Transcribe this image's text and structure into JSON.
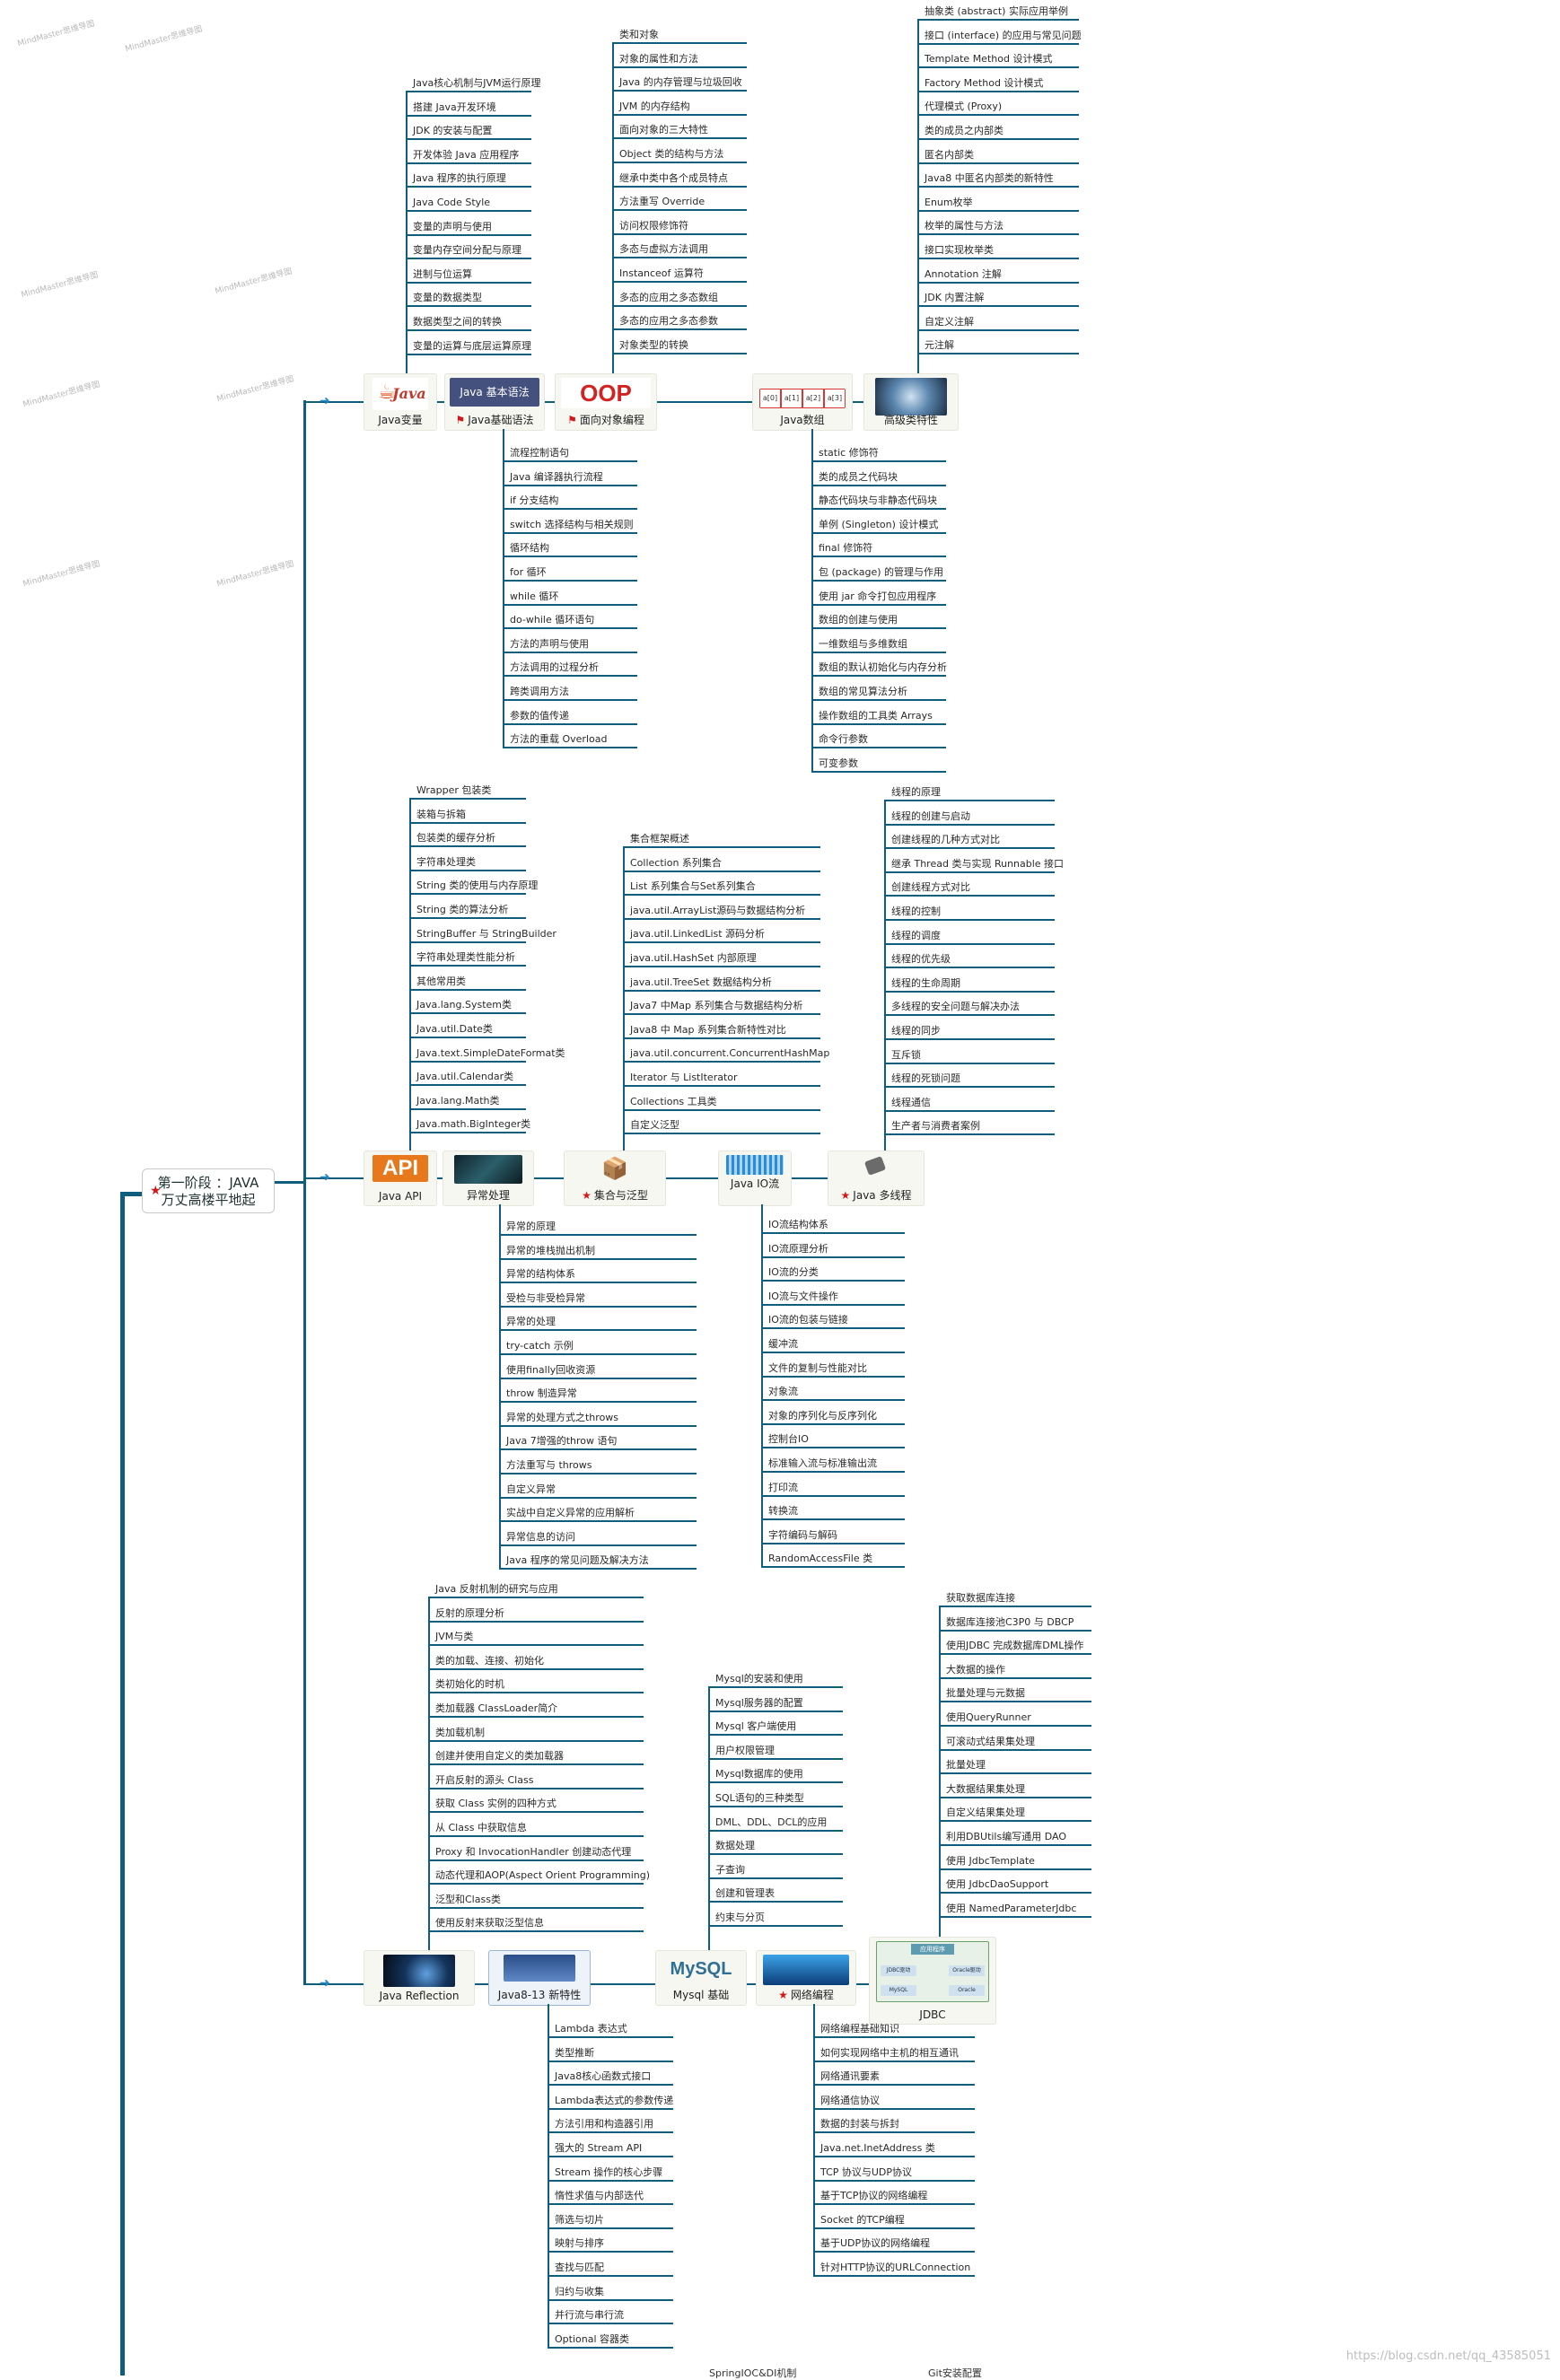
{
  "root": {
    "label": "第一阶段 ：JAVA\n万丈高楼平地起"
  },
  "row1": {
    "java_var": {
      "label": "Java变量",
      "items": [
        "Java核心机制与JVM运行原理",
        "搭建 Java开发环境",
        "JDK 的安装与配置",
        "开发体验 Java 应用程序",
        "Java 程序的执行原理",
        "Java Code Style",
        "变量的声明与使用",
        "变量内存空间分配与原理",
        "进制与位运算",
        "变量的数据类型",
        "数据类型之间的转换",
        "变量的运算与底层运算原理"
      ]
    },
    "java_basic": {
      "label": "Java基础语法",
      "thumb_text": "Java 基本语法",
      "items": [
        "流程控制语句",
        "Java 编译器执行流程",
        "if 分支结构",
        "switch 选择结构与相关规则",
        "循环结构",
        "for 循环",
        "while 循环",
        "do-while 循环语句",
        "方法的声明与使用",
        "方法调用的过程分析",
        "跨类调用方法",
        "参数的值传递",
        "方法的重载 Overload"
      ]
    },
    "oop": {
      "label": "面向对象编程",
      "thumb_text": "OOP",
      "items": [
        "类和对象",
        "对象的属性和方法",
        "Java 的内存管理与垃圾回收",
        "JVM 的内存结构",
        "面向对象的三大特性",
        "Object 类的结构与方法",
        "继承中类中各个成员特点",
        "方法重写 Override",
        "访问权限修饰符",
        "多态与虚拟方法调用",
        "Instanceof 运算符",
        "多态的应用之多态数组",
        "多态的应用之多态参数",
        "对象类型的转换"
      ]
    },
    "java_array": {
      "label": "Java数组",
      "cells": [
        "a[0]",
        "a[1]",
        "a[2]",
        "a[3]"
      ],
      "items": [
        "static 修饰符",
        "类的成员之代码块",
        "静态代码块与非静态代码块",
        "单例 (Singleton) 设计模式",
        "final 修饰符",
        "包 (package) 的管理与作用",
        "使用 jar 命令打包应用程序",
        "数组的创建与使用",
        "一维数组与多维数组",
        "数组的默认初始化与内存分析",
        "数组的常见算法分析",
        "操作数组的工具类 Arrays",
        "命令行参数",
        "可变参数"
      ]
    },
    "advanced": {
      "label": "高级类特性",
      "items": [
        "抽象类 (abstract) 实际应用举例",
        "接口 (interface) 的应用与常见问题",
        "Template Method 设计模式",
        "Factory Method 设计模式",
        "代理模式 (Proxy)",
        "类的成员之内部类",
        "匿名内部类",
        "Java8 中匿名内部类的新特性",
        "Enum枚举",
        "枚举的属性与方法",
        "接口实现枚举类",
        "Annotation 注解",
        "JDK 内置注解",
        "自定义注解",
        "元注解"
      ]
    }
  },
  "row2": {
    "api": {
      "label": "Java API",
      "thumb_text": "API",
      "items": [
        "Wrapper 包装类",
        "装箱与拆箱",
        "包装类的缓存分析",
        "字符串处理类",
        "String 类的使用与内存原理",
        "String 类的算法分析",
        "StringBuffer 与 StringBuilder",
        "字符串处理类性能分析",
        "其他常用类",
        "Java.lang.System类",
        "Java.util.Date类",
        "Java.text.SimpleDateFormat类",
        "Java.util.Calendar类",
        "Java.lang.Math类",
        "Java.math.BigInteger类"
      ]
    },
    "exception": {
      "label": "异常处理",
      "items": [
        "异常的原理",
        "异常的堆栈抛出机制",
        "异常的结构体系",
        "受检与非受检异常",
        "异常的处理",
        "try-catch 示例",
        "使用finally回收资源",
        "throw 制造异常",
        "异常的处理方式之throws",
        "Java 7增强的throw 语句",
        "方法重写与 throws",
        "自定义异常",
        "实战中自定义异常的应用解析",
        "异常信息的访问",
        "Java 程序的常见问题及解决方法"
      ]
    },
    "collection": {
      "label": "集合与泛型",
      "items": [
        "集合框架概述",
        "Collection 系列集合",
        "List 系列集合与Set系列集合",
        "java.util.ArrayList源码与数据结构分析",
        "java.util.LinkedList 源码分析",
        "java.util.HashSet 内部原理",
        "java.util.TreeSet 数据结构分析",
        "Java7 中Map 系列集合与数据结构分析",
        "Java8 中 Map 系列集合新特性对比",
        "java.util.concurrent.ConcurrentHashMap",
        "Iterator 与 ListIterator",
        "Collections 工具类",
        "自定义泛型"
      ]
    },
    "io": {
      "label": "Java IO流",
      "items": [
        "IO流结构体系",
        "IO流原理分析",
        "IO流的分类",
        "IO流与文件操作",
        "IO流的包装与链接",
        "缓冲流",
        "文件的复制与性能对比",
        "对象流",
        "对象的序列化与反序列化",
        "控制台IO",
        "标准输入流与标准输出流",
        "打印流",
        "转换流",
        "字符编码与解码",
        "RandomAccessFile 类"
      ]
    },
    "thread": {
      "label": "Java 多线程",
      "items": [
        "线程的原理",
        "线程的创建与启动",
        "创建线程的几种方式对比",
        "继承 Thread 类与实现 Runnable 接口",
        "创建线程方式对比",
        "线程的控制",
        "线程的调度",
        "线程的优先级",
        "线程的生命周期",
        "多线程的安全问题与解决办法",
        "线程的同步",
        "互斥锁",
        "线程的死锁问题",
        "线程通信",
        "生产者与消费者案例"
      ]
    }
  },
  "row3": {
    "reflection": {
      "label": "Java Reflection",
      "items": [
        "Java 反射机制的研究与应用",
        "反射的原理分析",
        "JVM与类",
        "类的加载、连接、初始化",
        "类初始化的时机",
        "类加载器 ClassLoader简介",
        "类加载机制",
        "创建并使用自定义的类加载器",
        "开启反射的源头 Class",
        "获取 Class 实例的四种方式",
        "从 Class 中获取信息",
        "Proxy 和 InvocationHandler 创建动态代理",
        "动态代理和AOP(Aspect Orient Programming)",
        "泛型和Class类",
        "使用反射来获取泛型信息"
      ]
    },
    "java8": {
      "label": "Java8-13 新特性",
      "items": [
        "Lambda 表达式",
        "类型推断",
        "Java8核心函数式接口",
        "Lambda表达式的参数传递",
        "方法引用和构造器引用",
        "强大的 Stream API",
        "Stream 操作的核心步骤",
        "惰性求值与内部迭代",
        "筛选与切片",
        "映射与排序",
        "查找与匹配",
        "归约与收集",
        "并行流与串行流",
        "Optional 容器类"
      ]
    },
    "mysql": {
      "label": "Mysql 基础",
      "logo": "MySQL",
      "items": [
        "Mysql的安装和使用",
        "Mysql服务器的配置",
        "Mysql 客户端使用",
        "用户权限管理",
        "Mysql数据库的使用",
        "SQL语句的三种类型",
        "DML、DDL、DCL的应用",
        "数据处理",
        "子查询",
        "创建和管理表",
        "约束与分页"
      ]
    },
    "network": {
      "label": "网络编程",
      "items": [
        "网络编程基础知识",
        "如何实现网络中主机的相互通讯",
        "网络通讯要素",
        "网络通信协议",
        "数据的封装与拆封",
        "Java.net.InetAddress 类",
        "TCP 协议与UDP协议",
        "基于TCP协议的网络编程",
        "Socket 的TCP编程",
        "基于UDP协议的网络编程",
        "针对HTTP协议的URLConnection"
      ]
    },
    "jdbc": {
      "label": "JDBC",
      "diagram": [
        "应用程序",
        "JDBC驱动",
        "Oracle驱动",
        "MySQL",
        "Oracle"
      ],
      "items": [
        "获取数据库连接",
        "数据库连接池C3P0 与 DBCP",
        "使用JDBC 完成数据库DML操作",
        "大数据的操作",
        "批量处理与元数据",
        "使用QueryRunner",
        "可滚动式结果集处理",
        "批量处理",
        "大数据结果集处理",
        "自定义结果集处理",
        "利用DBUtils编写通用 DAO",
        "使用 JdbcTemplate",
        "使用 JdbcDaoSupport",
        "使用 NamedParameterJdbc"
      ]
    }
  },
  "footer": {
    "left": "SpringIOC&DI机制",
    "right": "Git安装配置",
    "url": "https://blog.csdn.net/qq_43585051"
  },
  "watermark": "MindMaster思维导图"
}
